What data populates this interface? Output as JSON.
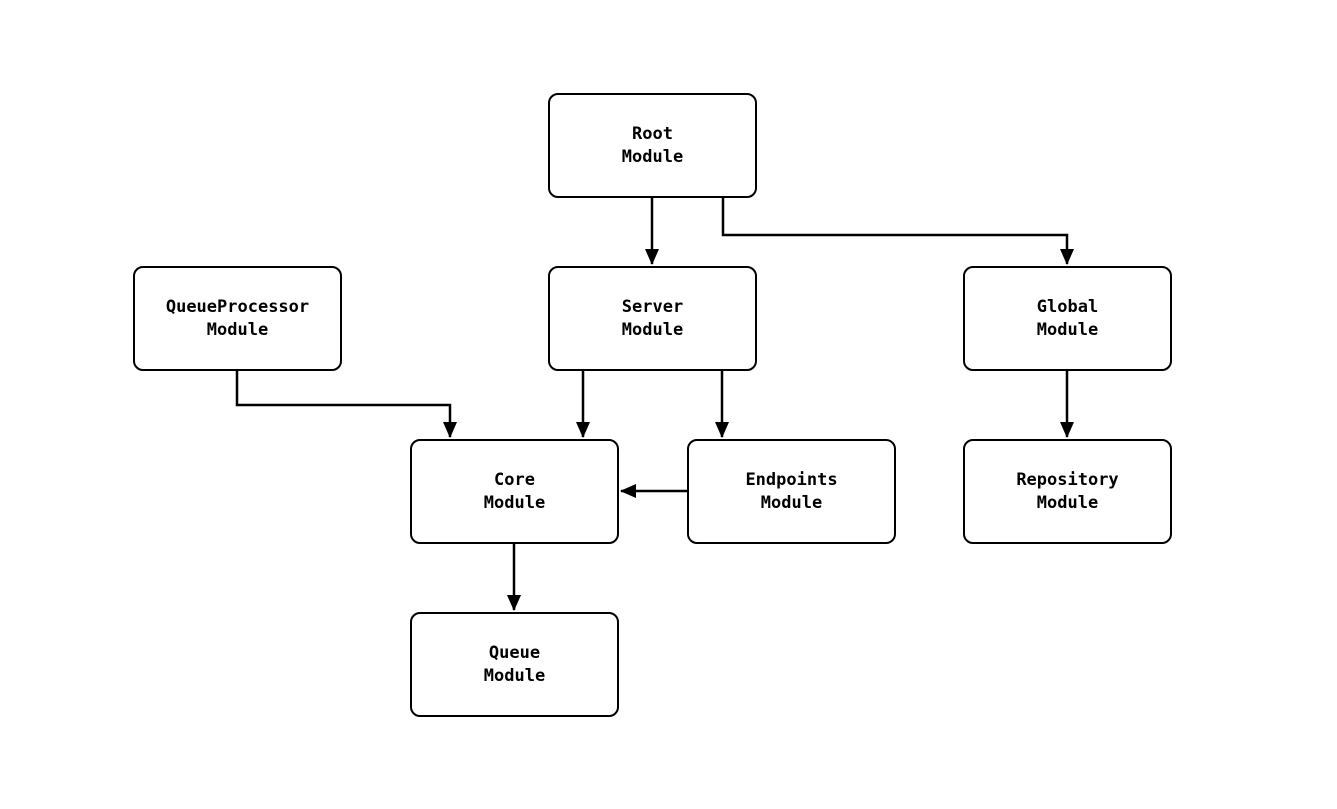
{
  "diagram": {
    "nodes": [
      {
        "id": "root",
        "line1": "Root",
        "line2": "Module"
      },
      {
        "id": "queue-processor",
        "line1": "QueueProcessor",
        "line2": "Module"
      },
      {
        "id": "server",
        "line1": "Server",
        "line2": "Module"
      },
      {
        "id": "global",
        "line1": "Global",
        "line2": "Module"
      },
      {
        "id": "core",
        "line1": "Core",
        "line2": "Module"
      },
      {
        "id": "endpoints",
        "line1": "Endpoints",
        "line2": "Module"
      },
      {
        "id": "repository",
        "line1": "Repository",
        "line2": "Module"
      },
      {
        "id": "queue",
        "line1": "Queue",
        "line2": "Module"
      }
    ],
    "edges": [
      {
        "from": "root",
        "to": "server"
      },
      {
        "from": "root",
        "to": "global"
      },
      {
        "from": "queue-processor",
        "to": "core"
      },
      {
        "from": "server",
        "to": "core"
      },
      {
        "from": "server",
        "to": "endpoints"
      },
      {
        "from": "endpoints",
        "to": "core"
      },
      {
        "from": "global",
        "to": "repository"
      },
      {
        "from": "core",
        "to": "queue"
      }
    ],
    "colors": {
      "background": "#ffffff",
      "node_fill": "#ffffff",
      "node_border": "#000000",
      "text": "#000000",
      "arrow": "#000000"
    }
  }
}
